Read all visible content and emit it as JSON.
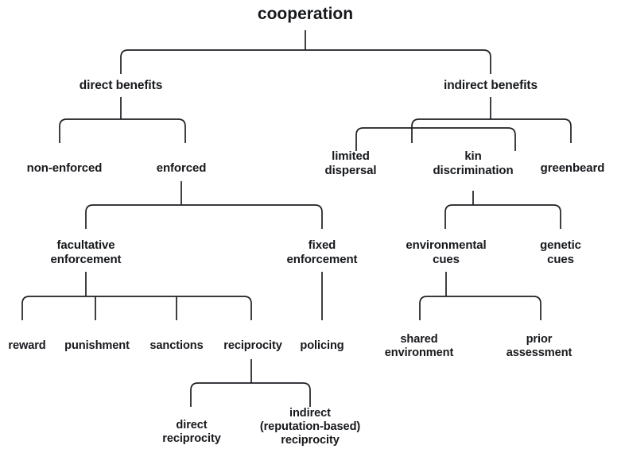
{
  "diagram": {
    "title": "cooperation",
    "type": "hierarchy-tree",
    "line_color": "#1d1f23",
    "text_color": "#16181c",
    "background": "#ffffff"
  },
  "nodes": {
    "root": {
      "label": "cooperation"
    },
    "direct_benefits": {
      "label": "direct benefits"
    },
    "indirect_benefits": {
      "label": "indirect benefits"
    },
    "non_enforced": {
      "label": "non-enforced"
    },
    "enforced": {
      "label": "enforced"
    },
    "limited_dispersal": {
      "label": "limited\ndispersal"
    },
    "kin_discrimination": {
      "label": "kin\ndiscrimination"
    },
    "greenbeard": {
      "label": "greenbeard"
    },
    "facultative_enforcement": {
      "label": "facultative\nenforcement"
    },
    "fixed_enforcement": {
      "label": "fixed\nenforcement"
    },
    "environmental_cues": {
      "label": "environmental\ncues"
    },
    "genetic_cues": {
      "label": "genetic\ncues"
    },
    "reward": {
      "label": "reward"
    },
    "punishment": {
      "label": "punishment"
    },
    "sanctions": {
      "label": "sanctions"
    },
    "reciprocity": {
      "label": "reciprocity"
    },
    "policing": {
      "label": "policing"
    },
    "shared_environment": {
      "label": "shared\nenvironment"
    },
    "prior_assessment": {
      "label": "prior\nassessment"
    },
    "direct_reciprocity": {
      "label": "direct\nreciprocity"
    },
    "indirect_reciprocity": {
      "label": "indirect\n(reputation-based)\nreciprocity"
    }
  },
  "edges": [
    {
      "parent": "root",
      "children": [
        "direct_benefits",
        "indirect_benefits"
      ]
    },
    {
      "parent": "direct_benefits",
      "children": [
        "non_enforced",
        "enforced"
      ]
    },
    {
      "parent": "indirect_benefits",
      "children": [
        "limited_dispersal",
        "kin_discrimination",
        "greenbeard"
      ]
    },
    {
      "parent": "enforced",
      "children": [
        "facultative_enforcement",
        "fixed_enforcement"
      ]
    },
    {
      "parent": "kin_discrimination",
      "children": [
        "environmental_cues",
        "genetic_cues"
      ]
    },
    {
      "parent": "facultative_enforcement",
      "children": [
        "reward",
        "punishment",
        "sanctions",
        "reciprocity"
      ]
    },
    {
      "parent": "fixed_enforcement",
      "children": [
        "policing"
      ]
    },
    {
      "parent": "environmental_cues",
      "children": [
        "shared_environment",
        "prior_assessment"
      ]
    },
    {
      "parent": "reciprocity",
      "children": [
        "direct_reciprocity",
        "indirect_reciprocity"
      ]
    }
  ]
}
